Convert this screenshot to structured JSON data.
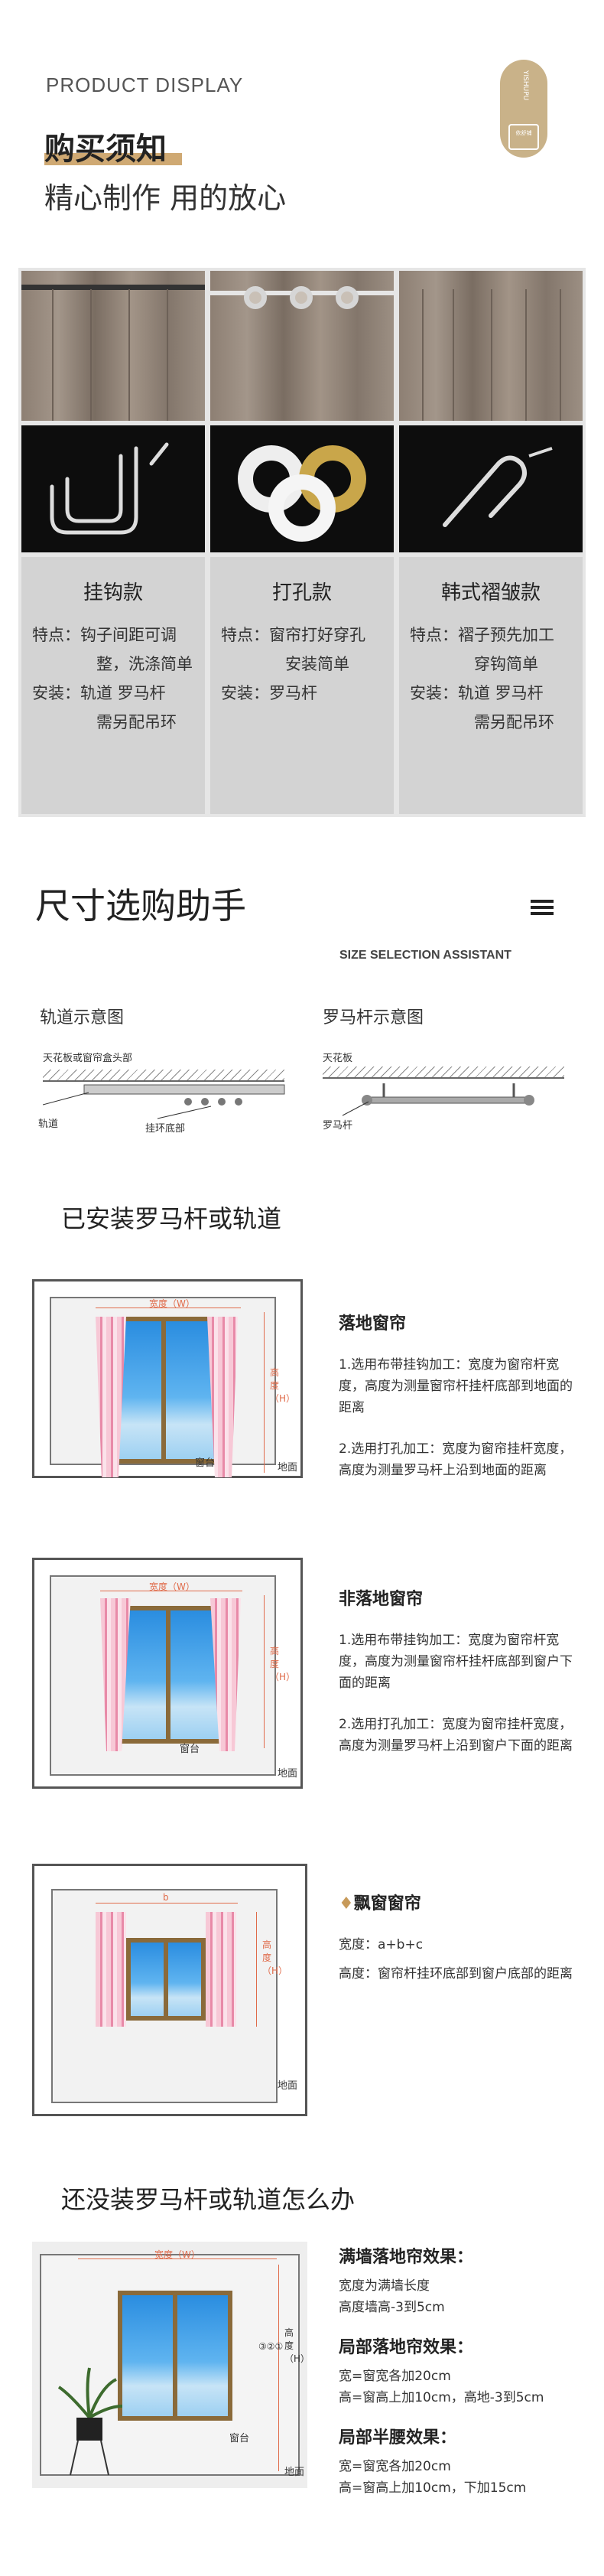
{
  "header": {
    "product_display": "PRODUCT DISPLAY",
    "title_line1": "购买须知",
    "title_line2": "精心制作 用的放心",
    "tag_vertical": "YISHUPU",
    "tag_inner": "依舒铺"
  },
  "products": [
    {
      "name": "挂钩款",
      "lines": [
        {
          "label": "特点：",
          "text": "钩子间距可调"
        },
        {
          "label": "",
          "text": "整，洗涤简单"
        },
        {
          "label": "安装：",
          "text": "轨道  罗马杆"
        },
        {
          "label": "",
          "text": "需另配吊环"
        }
      ]
    },
    {
      "name": "打孔款",
      "lines": [
        {
          "label": "特点：",
          "text": "窗帘打好穿孔"
        },
        {
          "label": "",
          "text": "安装简单"
        },
        {
          "label": "安装：",
          "text": "罗马杆"
        },
        {
          "label": "",
          "text": ""
        }
      ]
    },
    {
      "name": "韩式褶皱款",
      "lines": [
        {
          "label": "特点：",
          "text": "褶子预先加工"
        },
        {
          "label": "",
          "text": "穿钩简单"
        },
        {
          "label": "安装：",
          "text": "轨道  罗马杆"
        },
        {
          "label": "",
          "text": "需另配吊环"
        }
      ]
    }
  ],
  "size_helper": {
    "title": "尺寸选购助手",
    "subtitle_en": "SIZE SELECTION ASSISTANT",
    "track_title": "轨道示意图",
    "track_ceiling": "天花板或窗帘盒头部",
    "track_label": "轨道",
    "track_hook": "挂环底部",
    "rod_title": "罗马杆示意图",
    "rod_ceiling": "天花板",
    "rod_label": "罗马杆"
  },
  "installed": {
    "title": "已安装罗马杆或轨道",
    "floor": {
      "heading": "落地窗帘",
      "p1": "1.选用布带挂钩加工：宽度为窗帘杆宽度，高度为测量窗帘杆挂杆底部到地面的距离",
      "p2": "2.选用打孔加工：宽度为窗帘挂杆宽度，高度为测量罗马杆上沿到地面的距离",
      "width_label": "宽度（W）",
      "height_label": "高度（H）",
      "sill": "窗台",
      "ground": "地面"
    },
    "nonfloor": {
      "heading": "非落地窗帘",
      "p1": "1.选用布带挂钩加工：宽度为窗帘杆宽度，高度为测量窗帘杆挂杆底部到窗户下面的距离",
      "p2": "2.选用打孔加工：宽度为窗帘挂杆宽度，高度为测量罗马杆上沿到窗户下面的距离",
      "width_label": "宽度（W）",
      "height_label": "高度（H）",
      "sill": "窗台",
      "ground": "地面"
    },
    "bay": {
      "heading": "飘窗窗帘",
      "p1": "宽度：a+b+c",
      "p2": "高度：窗帘杆挂环底部到窗户底部的距离",
      "b_label": "b",
      "height_label": "高度（H）",
      "ground": "地面"
    }
  },
  "not_installed": {
    "title": "还没装罗马杆或轨道怎么办",
    "width_label": "宽度（W）",
    "height_label": "高度（H）",
    "nums": "③②①",
    "sill": "窗台",
    "ground": "地面",
    "groups": [
      {
        "heading": "满墙落地帘效果：",
        "lines": [
          "宽度为满墙长度",
          "高度墙高-3到5cm"
        ]
      },
      {
        "heading": "局部落地帘效果：",
        "lines": [
          "宽=窗宽各加20cm",
          "高=窗高上加10cm，高地-3到5cm"
        ]
      },
      {
        "heading": "局部半腰效果：",
        "lines": [
          "宽=窗宽各加20cm",
          "高=窗高上加10cm，下加15cm"
        ]
      }
    ]
  },
  "colors": {
    "accent": "#c79a5a",
    "tag": "#c9b289",
    "spec_bg": "#d3d3d3",
    "dimension": "#e06b4a",
    "window_frame": "#8a6a3a",
    "curtain_pink": "#e88aa8"
  }
}
